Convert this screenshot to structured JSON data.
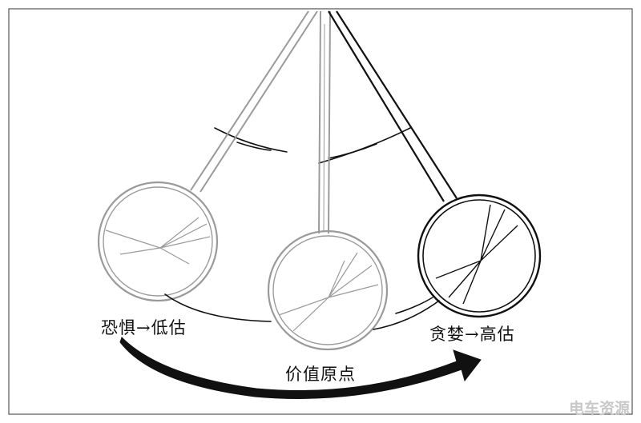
{
  "labels": {
    "left": "恐惧→低估",
    "center": "价值原点",
    "right": "贪婪→高估"
  },
  "watermark": "电车资源",
  "colors": {
    "ink": "#111111",
    "faded": "#9a9a9a",
    "faint": "#c8c8c8"
  }
}
